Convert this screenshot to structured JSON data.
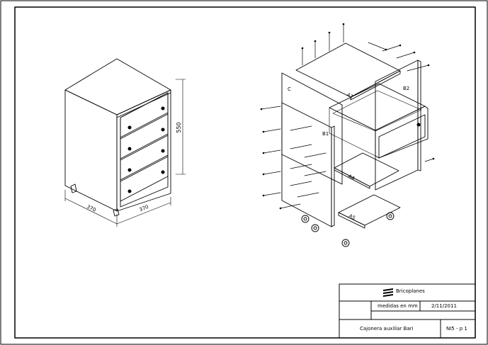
{
  "title_block": {
    "brand": "Bricoplanes",
    "units": "medidas en mm",
    "date": "2/11/2011",
    "title": "Cajonera auxiliar Bari",
    "sheet": "NI5 - p 1"
  },
  "dimensions": {
    "height": "550",
    "depth": "370",
    "width": "370"
  },
  "part_labels": {
    "c": "C",
    "a1": "A1",
    "b2": "B2",
    "b1": "B1",
    "a4": "A4",
    "a5": "A5"
  },
  "colors": {
    "line": "#000000",
    "paper": "#ffffff"
  }
}
